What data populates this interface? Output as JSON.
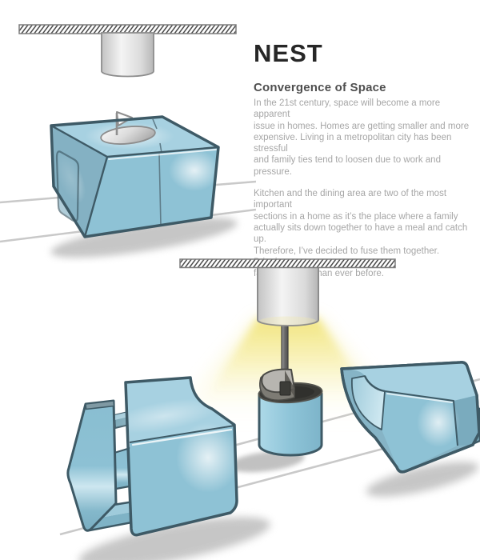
{
  "title": "NEST",
  "article": {
    "heading": "Convergence of Space",
    "para1": "In the 21st century, space will become a more apparent\nissue in homes. Homes are getting smaller and more\nexpensive. Living in a metropolitan city has been stressful\nand family ties tend to loosen due to work and pressure.",
    "para2": "Kitchen and the dining area are two of the most important\nsections in a home as it’s the place where a family\nactually sits down together to have a meal and catch up.\nTherefore, I’ve decided to fuse them together. Bringing\nfamilies closer than ever before."
  },
  "colors": {
    "furniture_blue": "#8ec2d5",
    "furniture_blue_light": "#a7d1e1",
    "furniture_blue_muted": "#86b4c6",
    "outline": "#3e5a66",
    "lamp_gray": "#d9d9d9",
    "glow_yellow": "#f3e87f",
    "floor_line": "#c9c9c9",
    "table_top_dark": "#3a3a36",
    "title_text": "#272727",
    "heading_text": "#4f4f4f",
    "body_text": "#a6a6a6"
  }
}
